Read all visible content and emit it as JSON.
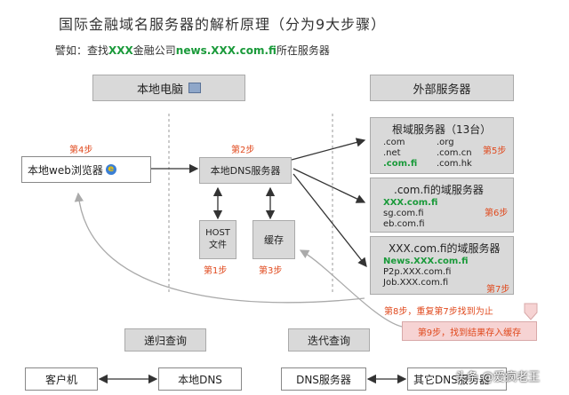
{
  "title": "国际金融域名服务器的解析原理（分为9大步骤）",
  "subtitle": {
    "prefix": "譬如：查找",
    "xxx": "XXX",
    "middle": "金融公司",
    "domain": "news.XXX.com.fi",
    "suffix": "所在服务器"
  },
  "headers": {
    "local_pc": "本地电脑",
    "external": "外部服务器"
  },
  "nodes": {
    "browser": "本地web浏览器",
    "local_dns": "本地DNS服务器",
    "host_file_line1": "HOST",
    "host_file_line2": "文件",
    "cache": "缓存"
  },
  "steps": {
    "s1": "第1步",
    "s2": "第2步",
    "s3": "第3步",
    "s4": "第4步",
    "s5": "第5步",
    "s6": "第6步",
    "s7": "第7步",
    "s8": "第8步，重复第7步找到为止",
    "s9": "第9步，找到结果存入缓存"
  },
  "root_server": {
    "title": "根域服务器（13台）",
    "col1": [
      ".com",
      ".net",
      ".com.fi"
    ],
    "col2": [
      ".org",
      ".com.cn",
      ".com.hk"
    ]
  },
  "comfi_server": {
    "title": ".com.fi的域服务器",
    "lines": [
      "XXX.com.fi",
      "sg.com.fi",
      "eb.com.fi"
    ]
  },
  "xxx_server": {
    "title": "XXX.com.fi的域服务器",
    "lines": [
      "News.XXX.com.fi",
      "P2p.XXX.com.fi",
      "Job.XXX.com.fi"
    ]
  },
  "legend": {
    "recursive": "递归查询",
    "iterative": "迭代查询",
    "client": "客户机",
    "local_dns": "本地DNS",
    "dns_server": "DNS服务器",
    "other_dns": "其它DNS服务器"
  },
  "watermark": "头条 @爱疯老王",
  "colors": {
    "step": "#e0491d",
    "highlight": "#1a9a3a",
    "box": "#d9d9d9",
    "pink": "#f6d3d3"
  }
}
